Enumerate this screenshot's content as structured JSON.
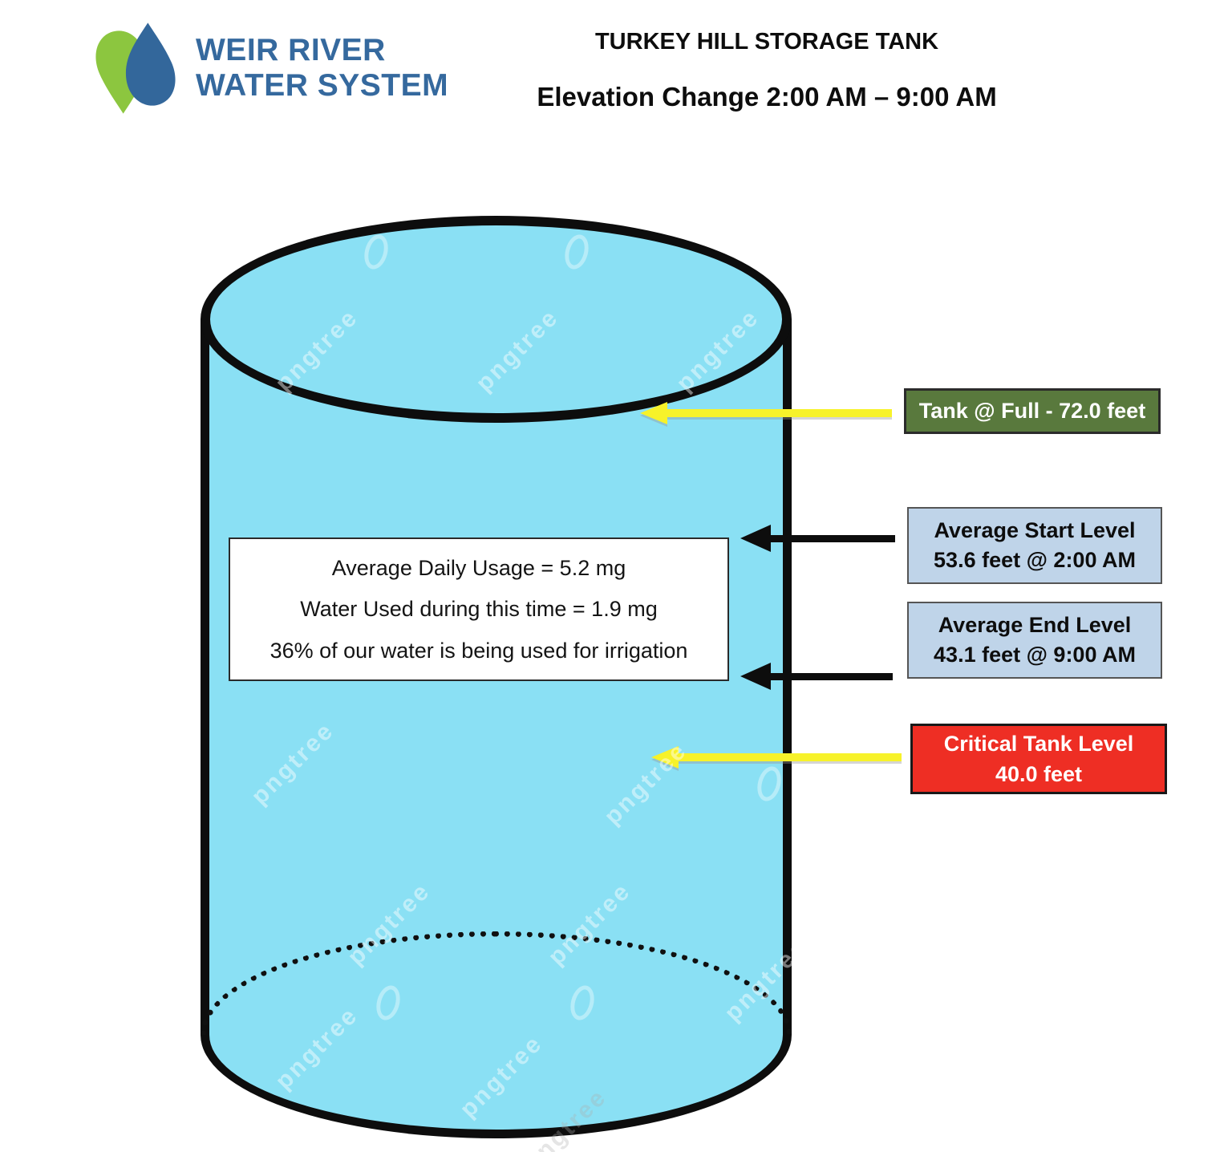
{
  "logo": {
    "line1": "WEIR RIVER",
    "line2": "WATER SYSTEM",
    "text_color": "#35699E",
    "icon_green": "#8CC63F",
    "icon_blue": "#33679B"
  },
  "header": {
    "title": "TURKEY HILL STORAGE TANK",
    "subtitle": "Elevation Change 2:00 AM – 9:00 AM"
  },
  "tank": {
    "fill_color": "#8AE0F4",
    "outline_color": "#0d0d0d",
    "info_box": {
      "lines": [
        "Average Daily Usage = 5.2 mg",
        "Water Used during this time = 1.9 mg",
        "36% of our water is being used for irrigation"
      ]
    }
  },
  "labels": {
    "full": {
      "text": "Tank @ Full - 72.0 feet",
      "bg": "#59793D",
      "arrow_color": "#F7F22A"
    },
    "start": {
      "line1": "Average Start Level",
      "line2": "53.6 feet @ 2:00 AM",
      "bg": "#BFD4E9",
      "arrow_color": "#0d0d0d"
    },
    "end": {
      "line1": "Average End Level",
      "line2": "43.1 feet @ 9:00 AM",
      "bg": "#BFD4E9",
      "arrow_color": "#0d0d0d"
    },
    "critical": {
      "line1": "Critical Tank Level",
      "line2": "40.0 feet",
      "bg": "#EE2E24",
      "arrow_color": "#F7F22A"
    }
  },
  "watermark": {
    "text": "pngtree"
  }
}
